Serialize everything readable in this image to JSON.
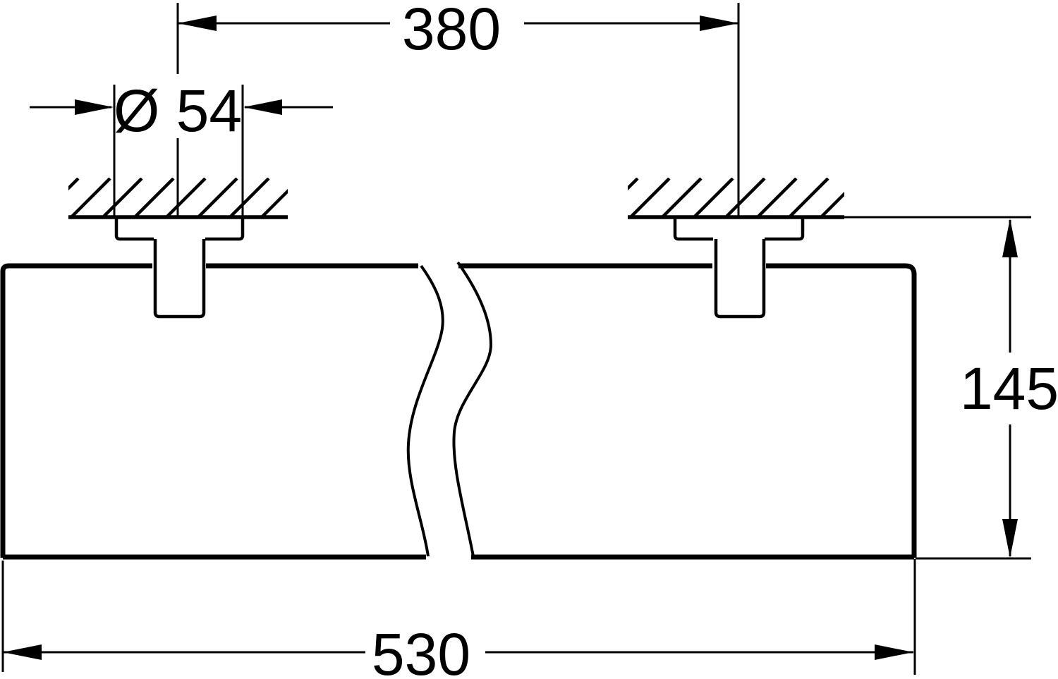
{
  "drawing": {
    "type": "technical-dimension-drawing",
    "background_color": "#ffffff",
    "line_color": "#000000",
    "dimensions": {
      "mounting_distance": {
        "label": "380"
      },
      "flange_diameter": {
        "label": "Ø 54"
      },
      "height": {
        "label": "145"
      },
      "overall_width": {
        "label": "530"
      }
    }
  }
}
